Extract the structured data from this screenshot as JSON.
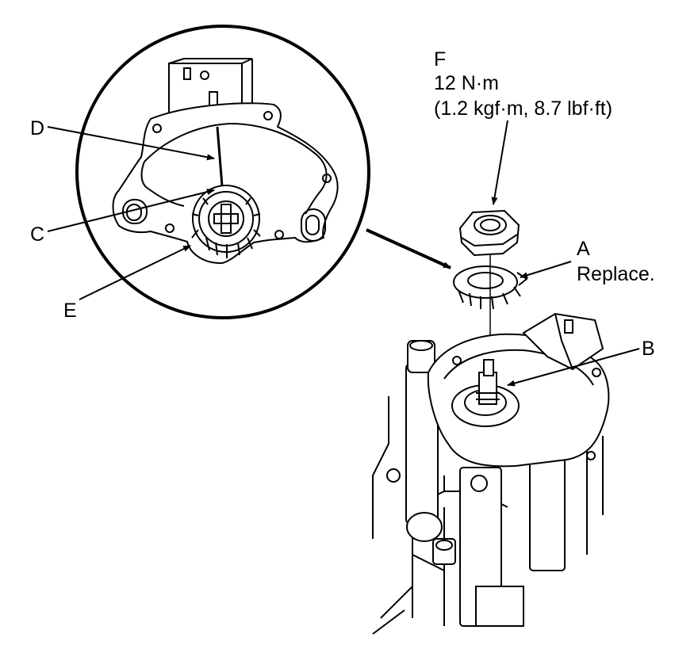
{
  "labels": {
    "a": "A",
    "a_note": "Replace.",
    "b": "B",
    "c": "C",
    "d": "D",
    "e": "E",
    "f": "F",
    "f_torque_nm": "12 N·m",
    "f_torque_alt": "(1.2 kgf·m, 8.7 lbf·ft)"
  },
  "colors": {
    "line": "#000000",
    "background": "#ffffff"
  }
}
